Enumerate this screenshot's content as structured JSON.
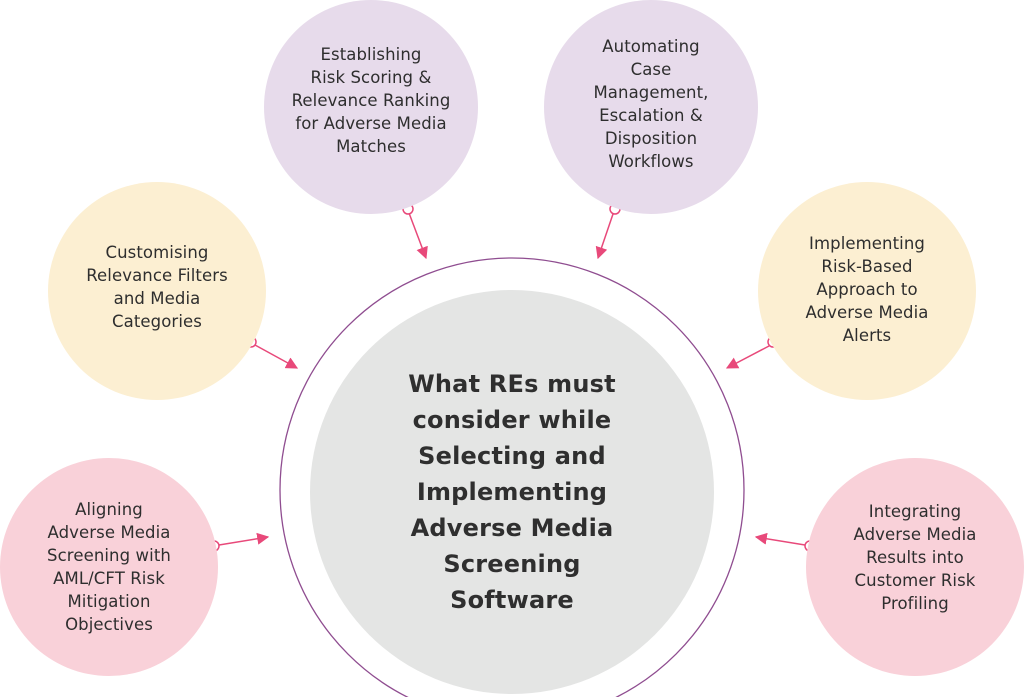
{
  "colors": {
    "purple_fill": "#e7dbeb",
    "yellow_fill": "#fcefd2",
    "pink_fill": "#f9d1d9",
    "center_fill": "#e4e5e4",
    "outer_ring": "#8f4d90",
    "arrow": "#e8497a"
  },
  "center": {
    "label": "What REs must\nconsider while\nSelecting and\nImplementing\nAdverse Media\nScreening\nSoftware"
  },
  "nodes": [
    {
      "id": "risk-scoring",
      "label": "Establishing\nRisk Scoring &\nRelevance Ranking\nfor Adverse Media\nMatches",
      "theme": "purple"
    },
    {
      "id": "case-management",
      "label": "Automating\nCase\nManagement,\nEscalation &\nDisposition\nWorkflows",
      "theme": "purple"
    },
    {
      "id": "relevance-filters",
      "label": "Customising\nRelevance Filters\nand Media\nCategories",
      "theme": "yellow"
    },
    {
      "id": "risk-based-approach",
      "label": "Implementing\nRisk-Based\nApproach to\nAdverse Media\nAlerts",
      "theme": "yellow"
    },
    {
      "id": "aml-cft",
      "label": "Aligning\nAdverse Media\nScreening with\nAML/CFT Risk\nMitigation\nObjectives",
      "theme": "pink"
    },
    {
      "id": "customer-risk",
      "label": "Integrating\nAdverse Media\nResults into\nCustomer Risk\nProfiling",
      "theme": "pink"
    }
  ]
}
